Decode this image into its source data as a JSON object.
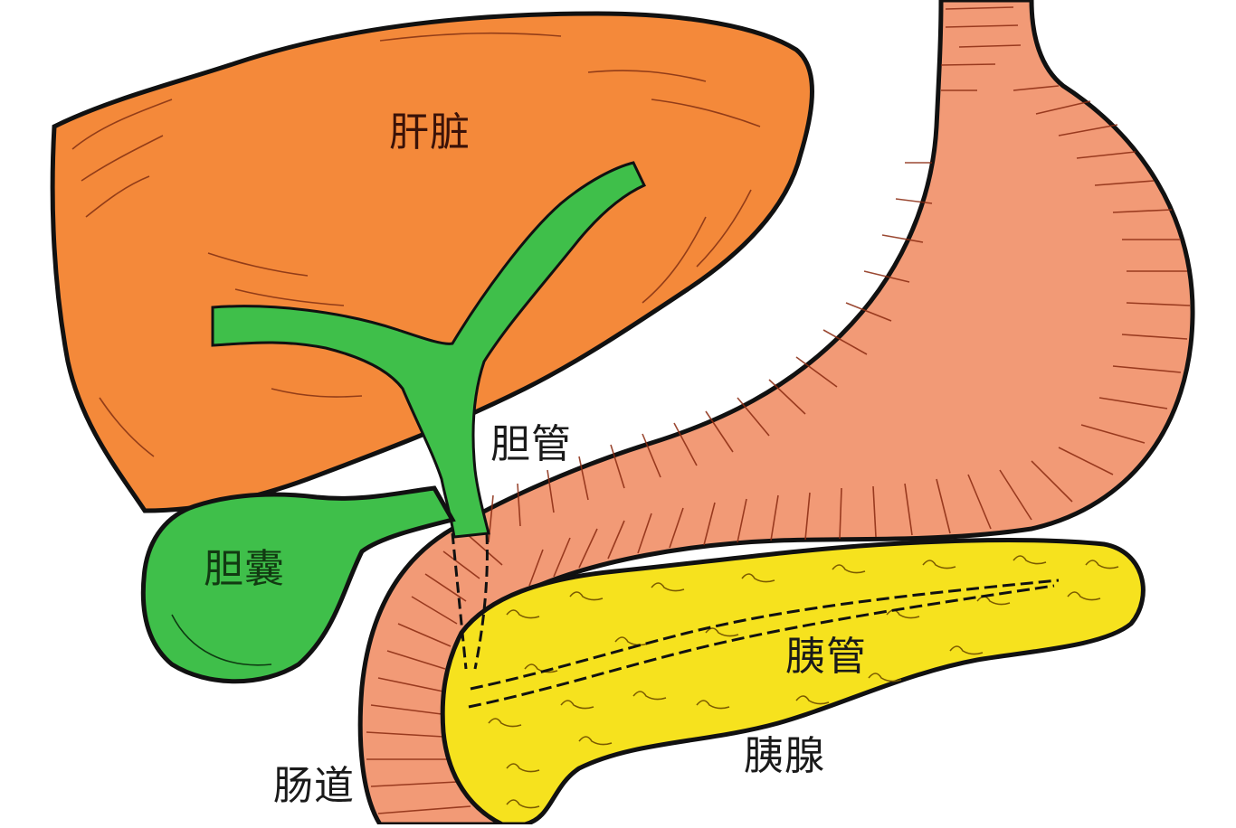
{
  "diagram": {
    "title": "",
    "colors": {
      "background": "#ffffff",
      "liver": "#f4893a",
      "bile_duct": "#3fbf4a",
      "gallbladder": "#3fbf4a",
      "stomach_intestine": "#f29a76",
      "pancreas": "#f6e21e",
      "outline": "#111111",
      "stripe": "#8a2a10"
    },
    "labels": {
      "liver": "肝脏",
      "bile_duct": "胆管",
      "gallbladder": "胆囊",
      "pancreatic_duct": "胰管",
      "pancreas": "胰腺",
      "intestine": "肠道"
    },
    "nodes": [
      {
        "id": "liver",
        "label": "肝脏"
      },
      {
        "id": "bile_duct",
        "label": "胆管"
      },
      {
        "id": "gallbladder",
        "label": "胆囊"
      },
      {
        "id": "stomach",
        "label": ""
      },
      {
        "id": "intestine",
        "label": "肠道"
      },
      {
        "id": "pancreas",
        "label": "胰腺"
      },
      {
        "id": "pancreatic_duct",
        "label": "胰管"
      }
    ]
  }
}
